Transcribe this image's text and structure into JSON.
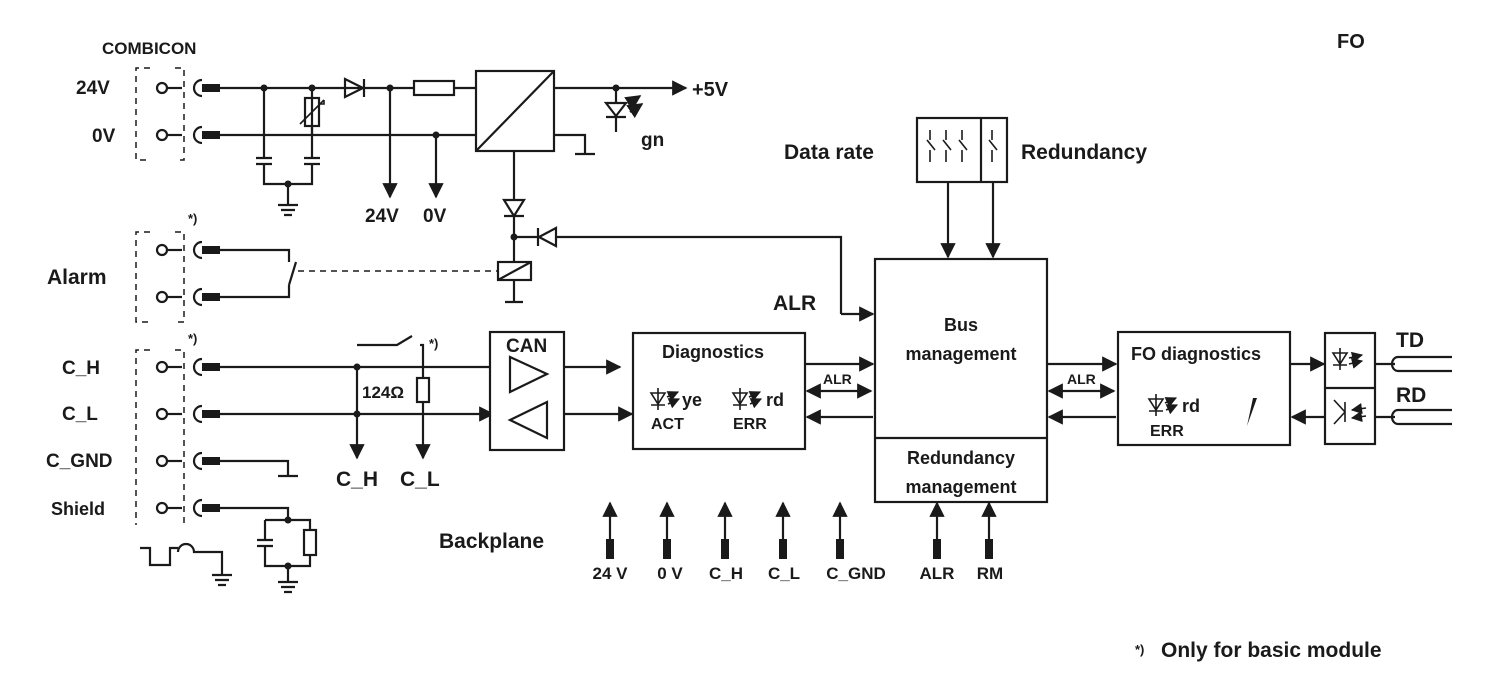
{
  "header": {
    "corner_label": "FO"
  },
  "power": {
    "combicon": "COMBICON",
    "v24": "24V",
    "v0": "0V",
    "out_24v": "24V",
    "out_0v": "0V",
    "plus5v": "+5V",
    "led_gn": "gn"
  },
  "alarm": {
    "label": "Alarm",
    "note_mark": "*)",
    "alr_input": "ALR"
  },
  "switches": {
    "data_rate": "Data rate",
    "redundancy": "Redundancy"
  },
  "can_terminals": {
    "note_mark": "*)",
    "c_h": "C_H",
    "c_l": "C_L",
    "c_gnd": "C_GND",
    "shield": "Shield",
    "resistor": "124Ω",
    "switch_note": "*)",
    "out_c_h": "C_H",
    "out_c_l": "C_L"
  },
  "blocks": {
    "can": "CAN",
    "diagnostics": {
      "title": "Diagnostics",
      "led1": "ye",
      "led1_name": "ACT",
      "led2": "rd",
      "led2_name": "ERR"
    },
    "bus_management": {
      "line1": "Bus",
      "line2": "management"
    },
    "redundancy_management": {
      "line1": "Redundancy",
      "line2": "management"
    },
    "fo_diagnostics": {
      "title": "FO diagnostics",
      "led": "rd",
      "led_name": "ERR"
    },
    "alr_left": "ALR",
    "alr_right": "ALR"
  },
  "fiber": {
    "td": "TD",
    "rd": "RD"
  },
  "backplane": {
    "label": "Backplane",
    "pins": [
      "24 V",
      "0 V",
      "C_H",
      "C_L",
      "C_GND",
      "ALR",
      "RM"
    ]
  },
  "footnote": {
    "mark": "*)",
    "text": "Only for basic module"
  }
}
